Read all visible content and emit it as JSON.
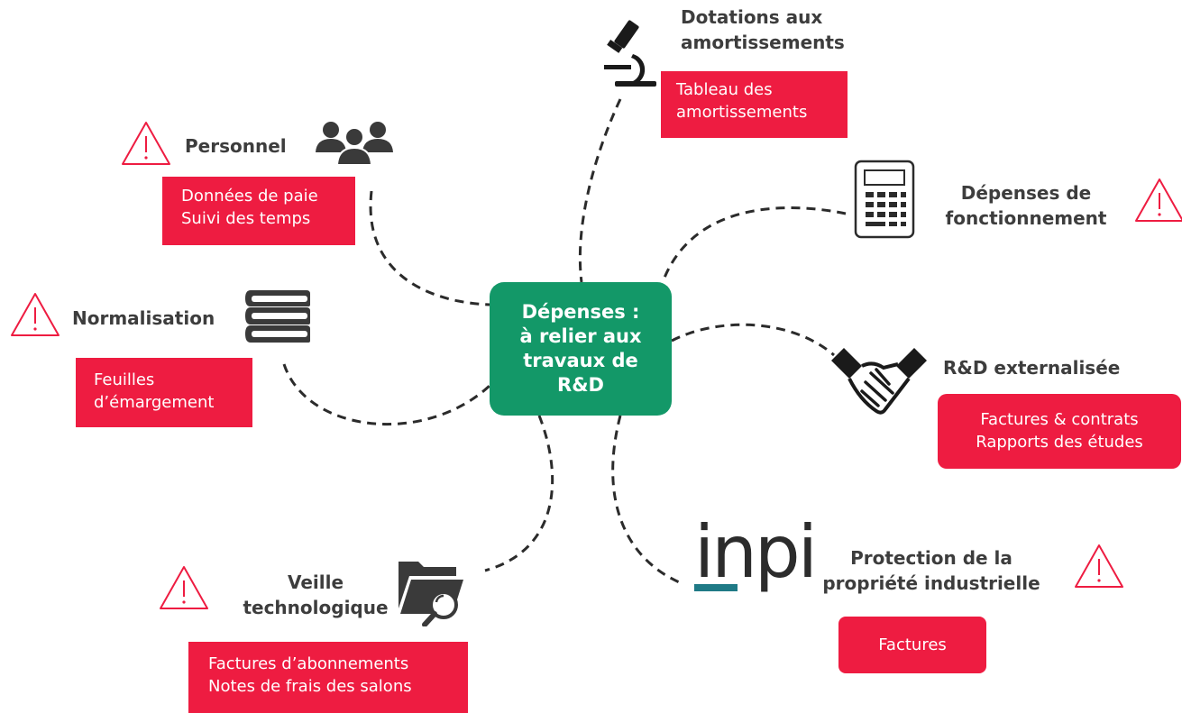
{
  "colors": {
    "center_fill": "#139868",
    "box_fill": "#ee1c41",
    "warning_stroke": "#ee1c41",
    "connector": "#2b2b2b",
    "text": "#3d3d3d"
  },
  "center": {
    "lines": [
      "Dépenses :",
      "à relier aux",
      "travaux de",
      "R&D"
    ]
  },
  "personnel": {
    "title": "Personnel",
    "icon": "people-icon",
    "items": [
      "Données de paie",
      "Suivi des temps"
    ]
  },
  "dotations": {
    "title_lines": [
      "Dotations aux",
      "amortissements"
    ],
    "icon": "microscope-icon",
    "items": [
      "Tableau des",
      "amortissements"
    ]
  },
  "fonctionnement": {
    "title_lines": [
      "Dépenses de",
      "fonctionnement"
    ],
    "icon": "calculator-icon"
  },
  "normalisation": {
    "title": "Normalisation",
    "icon": "books-icon",
    "items": [
      "Feuilles",
      "d’émargement"
    ]
  },
  "externalisee": {
    "title": "R&D externalisée",
    "icon": "handshake-icon",
    "items": [
      "Factures & contrats",
      "Rapports des études"
    ]
  },
  "veille": {
    "title_lines": [
      "Veille",
      "technologique"
    ],
    "icon": "folder-search-icon",
    "items": [
      "Factures d’abonnements",
      "Notes de frais des salons"
    ]
  },
  "protection": {
    "title_lines": [
      "Protection de la",
      "propriété industrielle"
    ],
    "logo_text": "inpi",
    "items": [
      "Factures"
    ]
  }
}
